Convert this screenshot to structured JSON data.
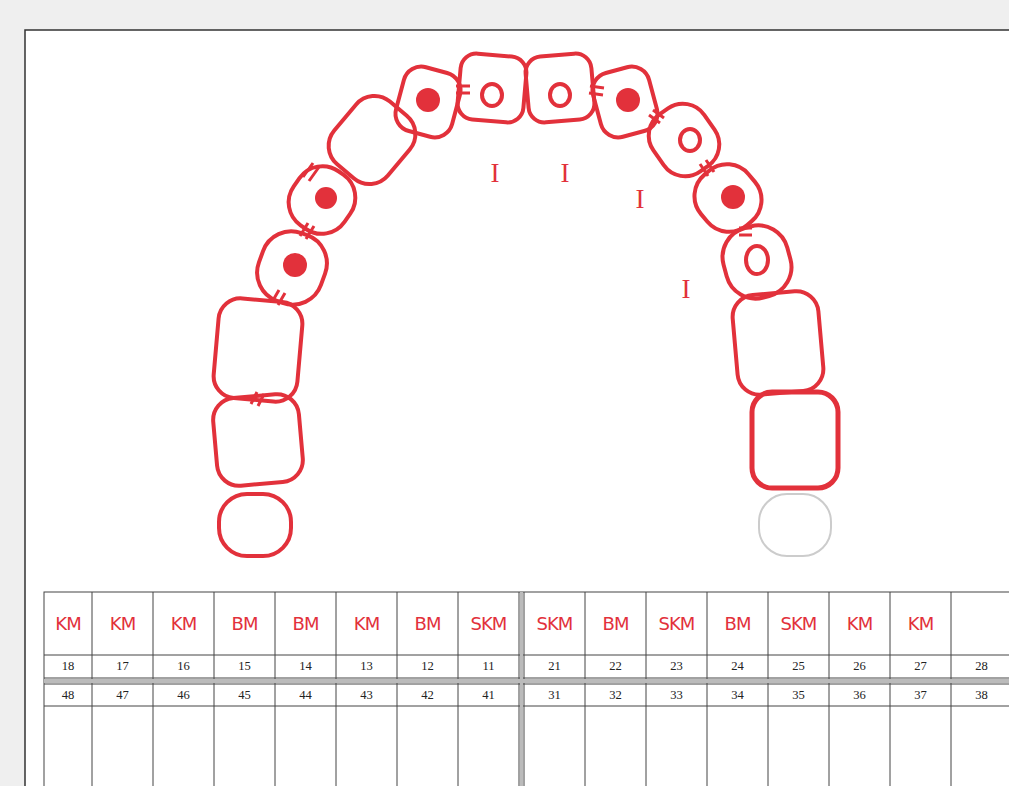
{
  "diagram": {
    "labels": [
      "I",
      "I",
      "I",
      "I",
      "KM",
      "KM",
      "KM",
      "BM",
      "BM",
      "KM",
      "BM",
      "SKM",
      "SKM",
      "BM",
      "SKM",
      "BM",
      "SKM",
      "KM",
      "KM",
      "18",
      "17",
      "16",
      "15",
      "14",
      "13",
      "12",
      "11",
      "21",
      "22",
      "23",
      "24",
      "25",
      "26",
      "27",
      "28",
      "48",
      "47",
      "46",
      "45",
      "44",
      "43",
      "42",
      "41",
      "31",
      "32",
      "33",
      "34",
      "35",
      "36",
      "37",
      "38"
    ]
  }
}
